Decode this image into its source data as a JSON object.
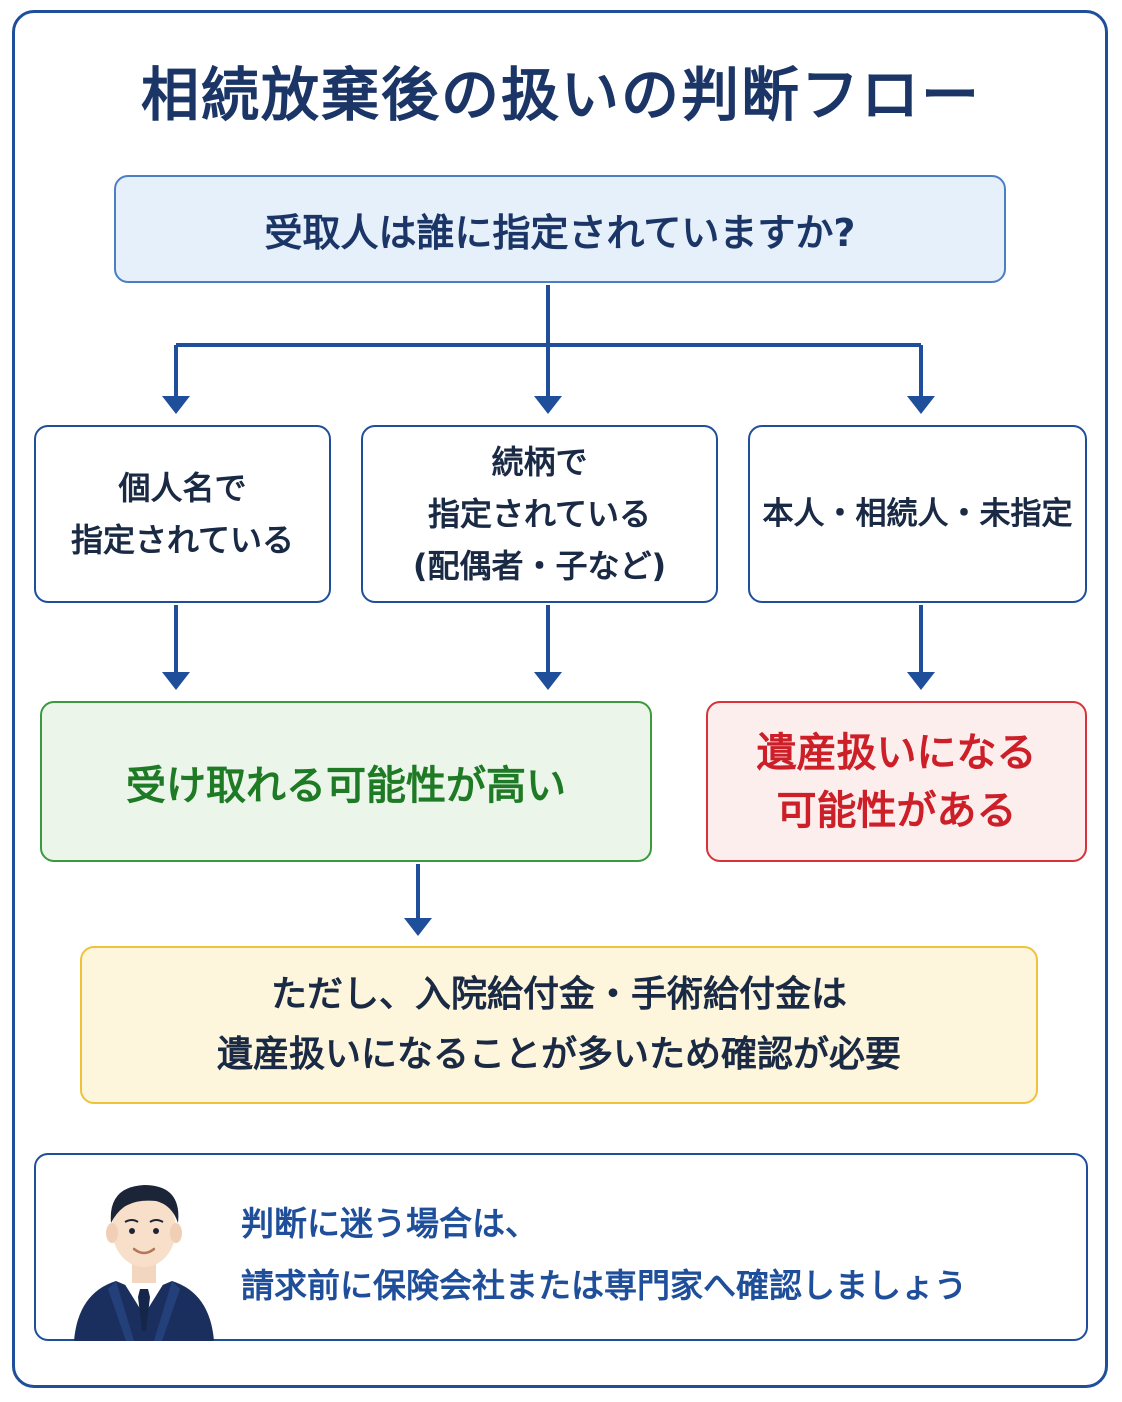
{
  "title": "相続放棄後の扱いの判断フロー",
  "question": "受取人は誰に指定されていますか?",
  "branches": [
    {
      "lines": [
        "個人名で",
        "指定されている"
      ]
    },
    {
      "lines": [
        "続柄で",
        "指定されている",
        "(配偶者・子など)"
      ]
    },
    {
      "lines": [
        "本人・相続人・未指定"
      ]
    }
  ],
  "results": {
    "green": "受け取れる可能性が高い",
    "red": [
      "遺産扱いになる",
      "可能性がある"
    ]
  },
  "note": [
    "ただし、入院給付金・手術給付金は",
    "遺産扱いになることが多いため確認が必要"
  ],
  "advice": [
    "判断に迷う場合は、",
    "請求前に保険会社または専門家へ確認しましょう"
  ],
  "colors": {
    "navy": "#1f4f9a",
    "green": "#1e7a24",
    "red": "#cc1f28",
    "yellow_border": "#f0c23a"
  },
  "icons": [
    "businessman-avatar-icon"
  ]
}
